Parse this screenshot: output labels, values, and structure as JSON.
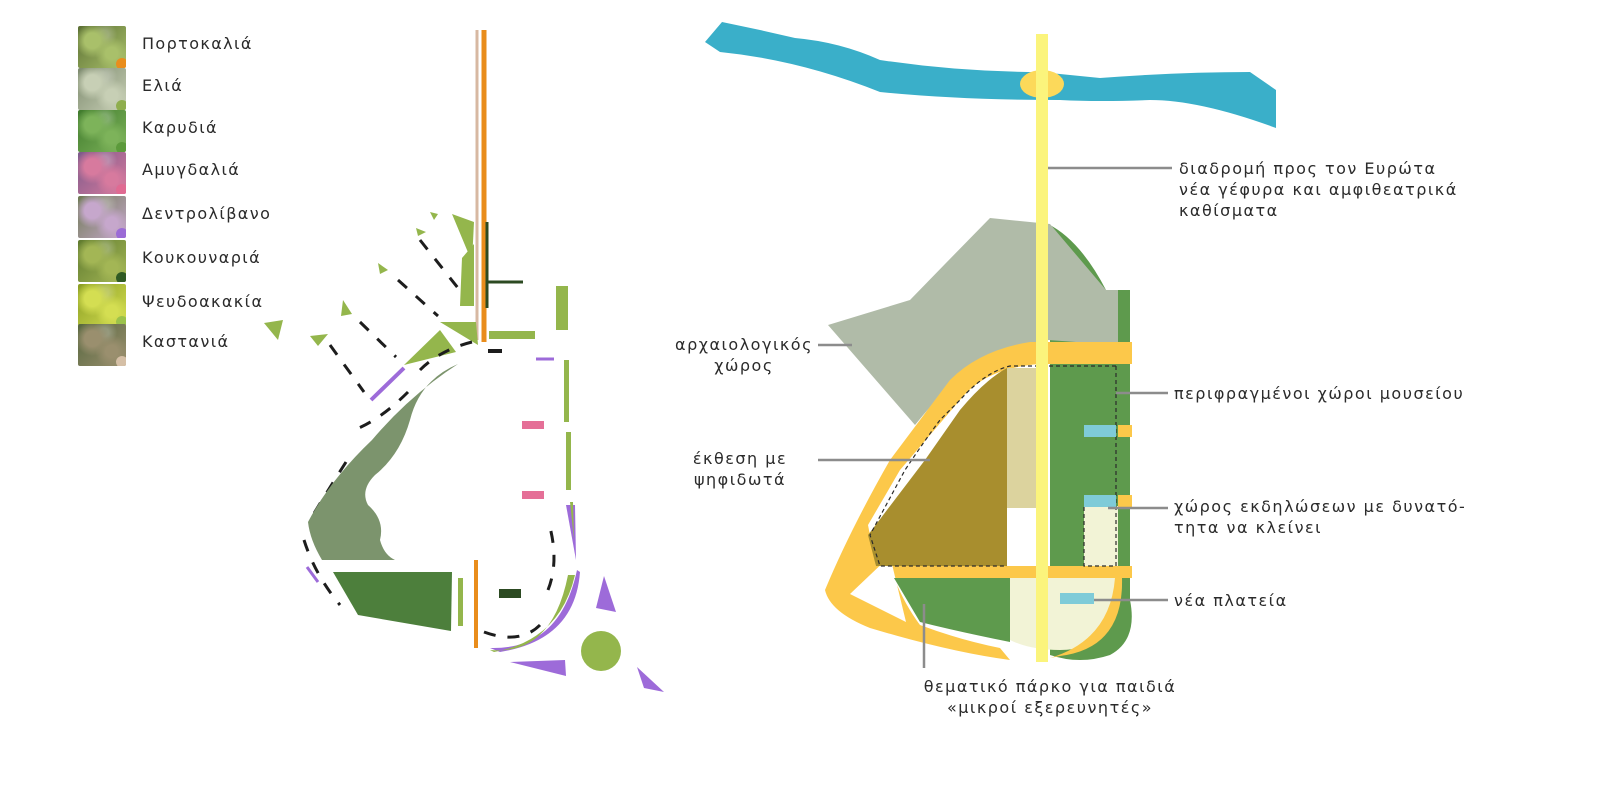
{
  "legend": {
    "items": [
      {
        "label": "Πορτοκαλιά",
        "photo": "#5a6e33",
        "tone": "#a9c06a",
        "dot": "#e98d1c"
      },
      {
        "label": "Ελιά",
        "photo": "#7d8a6e",
        "tone": "#c7cfb5",
        "dot": "#8fae4e"
      },
      {
        "label": "Καρυδιά",
        "photo": "#3f7a2c",
        "tone": "#7db35a",
        "dot": "#5c9a3b"
      },
      {
        "label": "Αμυγδαλιά",
        "photo": "#7b5a8a",
        "tone": "#d77a9e",
        "dot": "#e06a92"
      },
      {
        "label": "Δεντρολίβανο",
        "photo": "#6d7a52",
        "tone": "#c6a7cc",
        "dot": "#9b6bd6"
      },
      {
        "label": "Κουκουναριά",
        "photo": "#5f7a2e",
        "tone": "#a3b655",
        "dot": "#2f5a23"
      },
      {
        "label": "Ψευδοακακία",
        "photo": "#8a9d22",
        "tone": "#d4de52",
        "dot": "#9bc24b"
      },
      {
        "label": "Καστανιά",
        "photo": "#55663e",
        "tone": "#9a8f6e",
        "dot": "#d5bfa6"
      }
    ]
  },
  "colors": {
    "river": "#3aafc9",
    "path": "#fbf47c",
    "frame": "#fcc84a",
    "green_dark": "#5e9a4d",
    "green_light": "#94b64c",
    "archaeo": "#b0bba8",
    "mosaic": "#a88e2e",
    "khaki": "#dcd39e",
    "cream": "#f2f3d6",
    "cyan": "#7fcbd8",
    "purple": "#9d6bd9",
    "orange": "#e98d1c",
    "pink": "#e56f97"
  },
  "annotations": {
    "route": [
      "διαδρομή προς τον Ευρώτα",
      "νέα γέφυρα και αμφιθεατρικά",
      "καθίσματα"
    ],
    "archaeo": [
      "αρχαιολογικός",
      "χώρος"
    ],
    "museum": "περιφραγμένοι χώροι μουσείου",
    "mosaic": [
      "έκθεση με",
      "ψηφιδωτά"
    ],
    "events": [
      "χώρος εκδηλώσεων με δυνατό-",
      "τητα να κλείνει"
    ],
    "square": "νέα πλατεία",
    "park": [
      "θεματικό πάρκο για παιδιά",
      "«μικροί εξερευνητές»"
    ]
  }
}
